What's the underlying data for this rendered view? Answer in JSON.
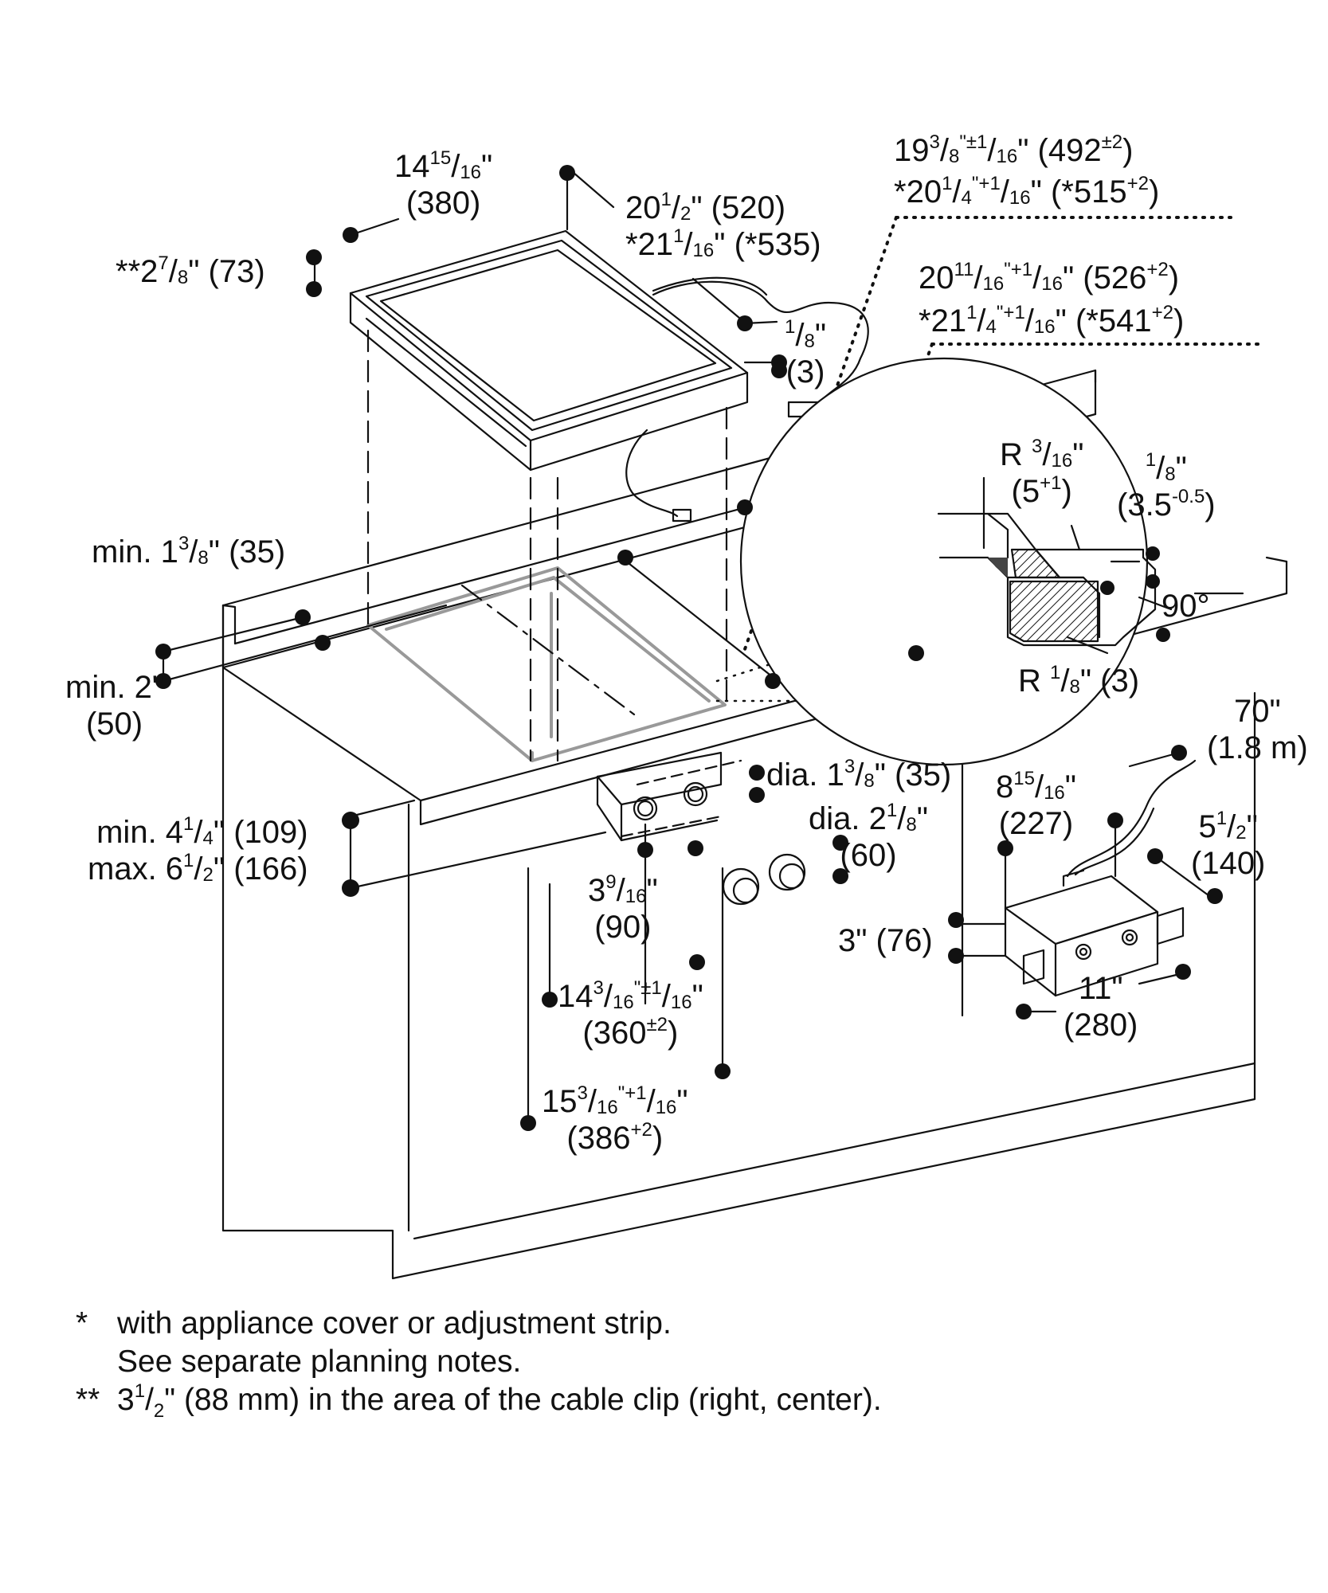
{
  "diagram": {
    "labels": {
      "appliance_width": [
        "14",
        "15",
        "16",
        "\"",
        "(380)"
      ],
      "appliance_depth": [
        "20",
        "1",
        "2",
        "\" (520)",
        "*21",
        "1",
        "16",
        "\" (*535)"
      ],
      "appliance_height": [
        "**2",
        "7",
        "8",
        "\" (73)"
      ],
      "frame_gap": [
        "1",
        "8",
        "\"",
        "(3)"
      ],
      "cutout_depth_a": [
        "19",
        "3",
        "8",
        "\"±1",
        "16",
        "\" (492",
        "±2",
        ")"
      ],
      "cutout_depth_b": [
        "*20",
        "1",
        "4",
        "\"+1",
        "16",
        "\" (*515",
        "+2",
        ")"
      ],
      "cutout_depth_c": [
        "20",
        "11",
        "16",
        "\"+1",
        "16",
        "\" (526",
        "+2",
        ")"
      ],
      "cutout_depth_d": [
        "*21",
        "1",
        "4",
        "\"+1",
        "16",
        "\" (*541",
        "+2",
        ")"
      ],
      "edge_radius_top": [
        "R ",
        "3",
        "16",
        "\"",
        "(5",
        "+1",
        ")"
      ],
      "edge_recess": [
        "1",
        "8",
        "\"",
        "(3.5",
        "-0.5",
        ")"
      ],
      "edge_angle": "90°",
      "edge_radius_bottom": [
        "R ",
        "1",
        "8",
        "\" (3)"
      ],
      "rear_clearance": [
        "min. 1",
        "3",
        "8",
        "\" (35)"
      ],
      "side_clearance": [
        "min. 2\"",
        "(50)"
      ],
      "front_clearance": [
        "min. 4",
        "1",
        "4",
        "\" (109)",
        "max. 6",
        "1",
        "2",
        "\" (166)"
      ],
      "knob_hole_dia": [
        "dia. 1",
        "3",
        "8",
        "\" (35)"
      ],
      "knob_dia": [
        "dia. 2",
        "1",
        "8",
        "\"",
        "(60)"
      ],
      "knob_spacing": [
        "3",
        "9",
        "16",
        "\"",
        "(90)"
      ],
      "cutout_width": [
        "14",
        "3",
        "16",
        "\"±1",
        "16",
        "\"",
        "(360",
        "±2",
        ")"
      ],
      "cutout_width_outer": [
        "15",
        "3",
        "16",
        "\"+1",
        "16",
        "\"",
        "(386",
        "+2",
        ")"
      ],
      "cable_length": [
        "70\"",
        "(1.8 m)"
      ],
      "box_offset": [
        "8",
        "15",
        "16",
        "\"",
        "(227)"
      ],
      "box_depth": [
        "5",
        "1",
        "2",
        "\"",
        "(140)"
      ],
      "box_height": "3\" (76)",
      "box_width": [
        "11\"",
        "(280)"
      ]
    }
  },
  "footnotes": {
    "note1_mark": "*",
    "note1_line1": "with appliance cover or adjustment strip.",
    "note1_line2": "See separate planning notes.",
    "note2_mark": "**",
    "note2_a": "3",
    "note2_num": "1",
    "note2_den": "2",
    "note2_b": "\" (88 mm) in the area of the cable clip (right, center)."
  }
}
